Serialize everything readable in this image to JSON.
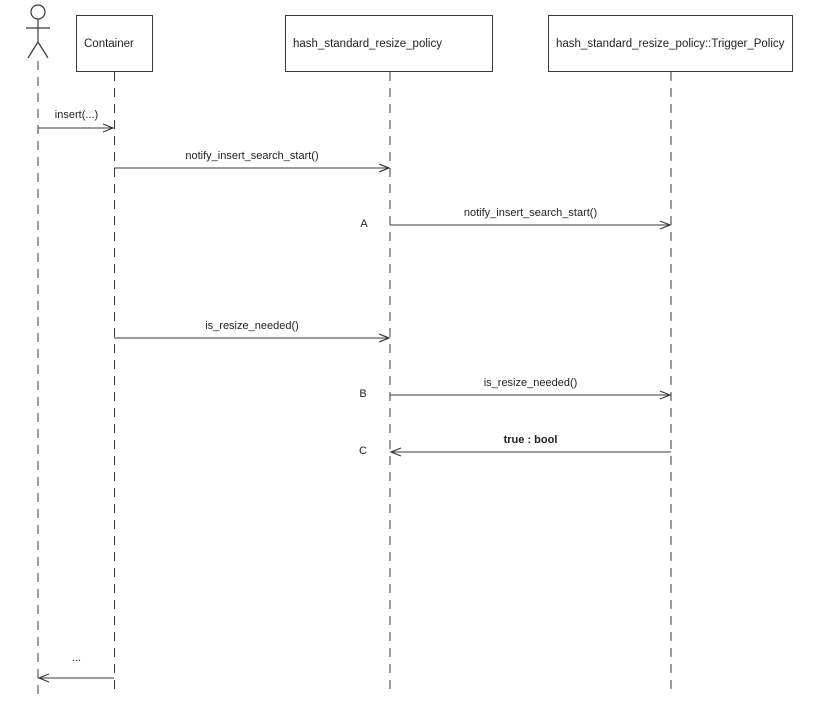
{
  "colors": {
    "line": "#3a3a3a",
    "text": "#1f1f1f",
    "background": "#ffffff"
  },
  "diagram": {
    "type": "uml-sequence",
    "actor": {
      "icon": "stick-figure-actor"
    },
    "participants": [
      {
        "label": "Container"
      },
      {
        "label": "hash_standard_resize_policy"
      },
      {
        "label": "hash_standard_resize_policy::Trigger_Policy"
      }
    ],
    "messages": [
      {
        "from": "actor",
        "to": "Container",
        "label": "insert(...)"
      },
      {
        "from": "Container",
        "to": "hash_standard_resize_policy",
        "label": "notify_insert_search_start()"
      },
      {
        "marker": "A",
        "from": "hash_standard_resize_policy",
        "to": "hash_standard_resize_policy::Trigger_Policy",
        "label": "notify_insert_search_start()"
      },
      {
        "from": "Container",
        "to": "hash_standard_resize_policy",
        "label": "is_resize_needed()"
      },
      {
        "marker": "B",
        "from": "hash_standard_resize_policy",
        "to": "hash_standard_resize_policy::Trigger_Policy",
        "label": "is_resize_needed()"
      },
      {
        "marker": "C",
        "from": "hash_standard_resize_policy::Trigger_Policy",
        "to": "hash_standard_resize_policy",
        "label": "true : bool",
        "emphasis": "bold"
      },
      {
        "from": "Container",
        "to": "actor",
        "label": "..."
      }
    ]
  }
}
